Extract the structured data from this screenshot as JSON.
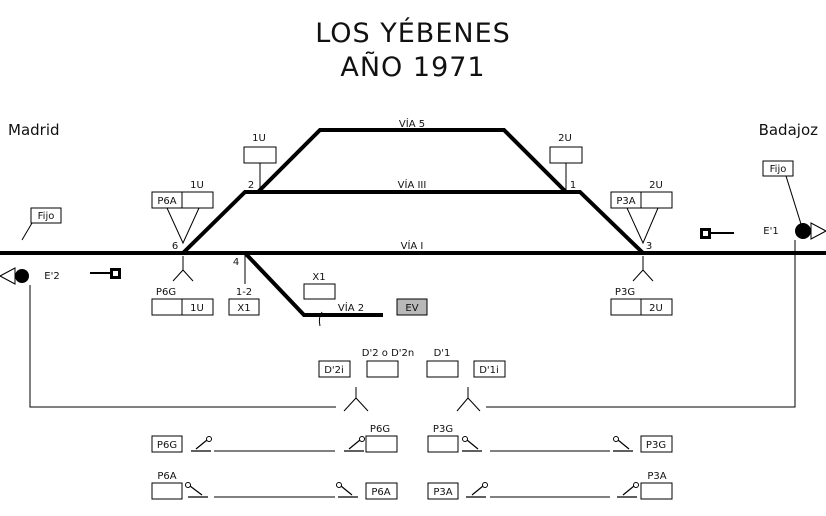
{
  "title": {
    "line1": "LOS YÉBENES",
    "line2": "AÑO 1971"
  },
  "cities": {
    "left": "Madrid",
    "right": "Badajoz"
  },
  "tracks": {
    "via5": "VÍA 5",
    "via3": "VÍA III",
    "via1": "VÍA I",
    "via2": "VÍA 2"
  },
  "switches": {
    "sw1": "1",
    "sw2": "2",
    "sw3": "3",
    "sw4": "4",
    "sw6": "6",
    "sw12": "1-2"
  },
  "signals": {
    "fijo": "Fijo",
    "e1": "E'1",
    "e2": "E'2"
  },
  "boxes": {
    "u1": "1U",
    "u2": "2U",
    "p6a": "P6A",
    "p6g": "P6G",
    "p3a": "P3A",
    "p3g": "P3G",
    "x1": "X1",
    "ev": "EV",
    "d2i": "D'2i",
    "d2or": "D'2 o D'2n",
    "d1": "D'1",
    "d1i": "D'1i"
  }
}
